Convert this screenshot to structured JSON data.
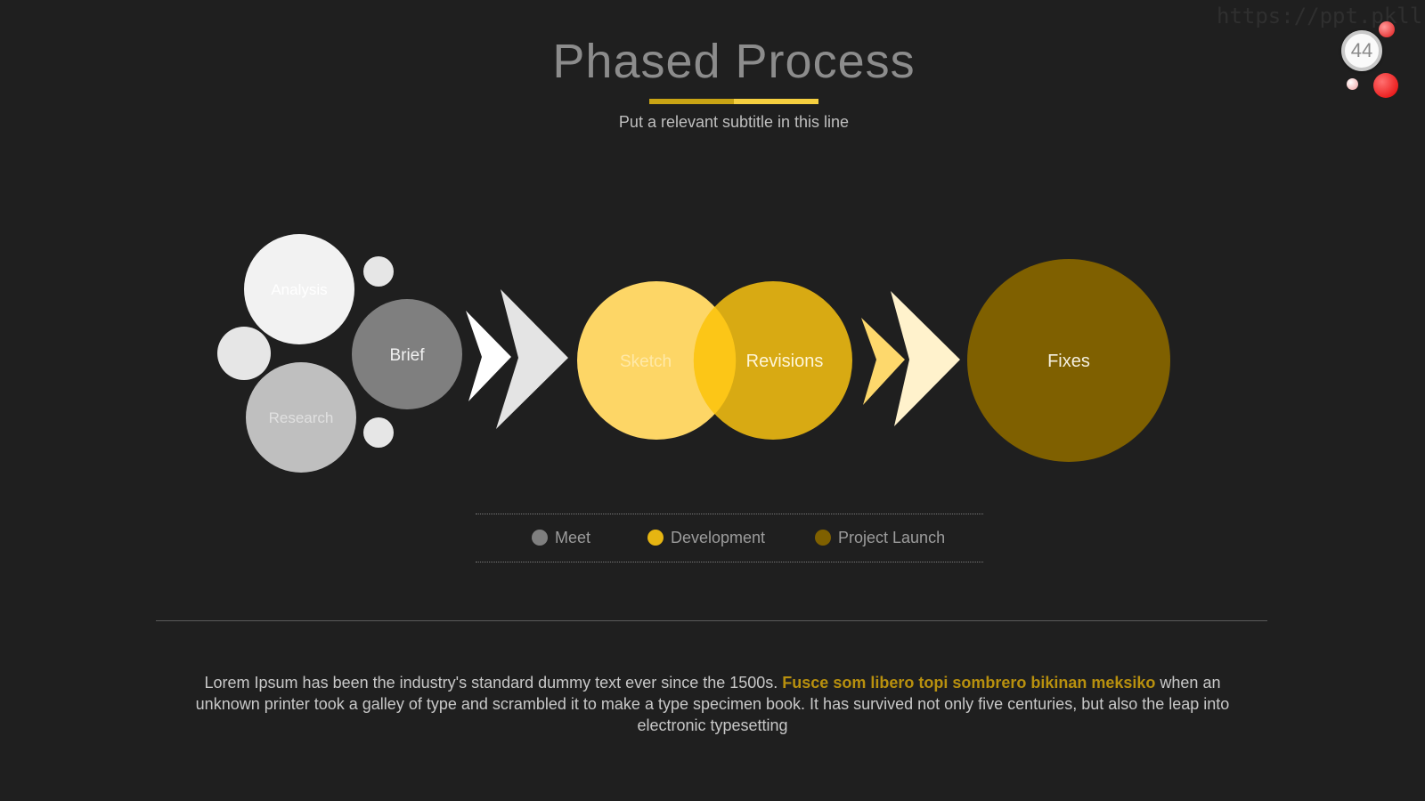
{
  "watermark": "https://ppt.pkll.de",
  "slide_number": "44",
  "title": "Phased Process",
  "subtitle": "Put a relevant subtitle in this line",
  "nodes": {
    "analysis": "Analysis",
    "brief": "Brief",
    "research": "Research",
    "sketch": "Sketch",
    "revisions": "Revisions",
    "fixes": "Fixes"
  },
  "legend": [
    {
      "label": "Meet",
      "color": "#7f7f7f"
    },
    {
      "label": "Development",
      "color": "#e6b512"
    },
    {
      "label": "Project Launch",
      "color": "#7f6000"
    }
  ],
  "colors": {
    "accent_gold": "#f5cf3f",
    "accent_dark_gold": "#c9a414",
    "highlight_text": "#b8900e",
    "background": "#1f1f1f"
  },
  "body": {
    "part1": "Lorem Ipsum has been the industry's standard dummy text ever since the 1500s. ",
    "highlight": "Fusce som libero topi sombrero bikinan meksiko",
    "part2": " when an unknown printer took a galley of type and scrambled it to make a type specimen book. It has survived not only five centuries, but also the leap into electronic typesetting"
  }
}
